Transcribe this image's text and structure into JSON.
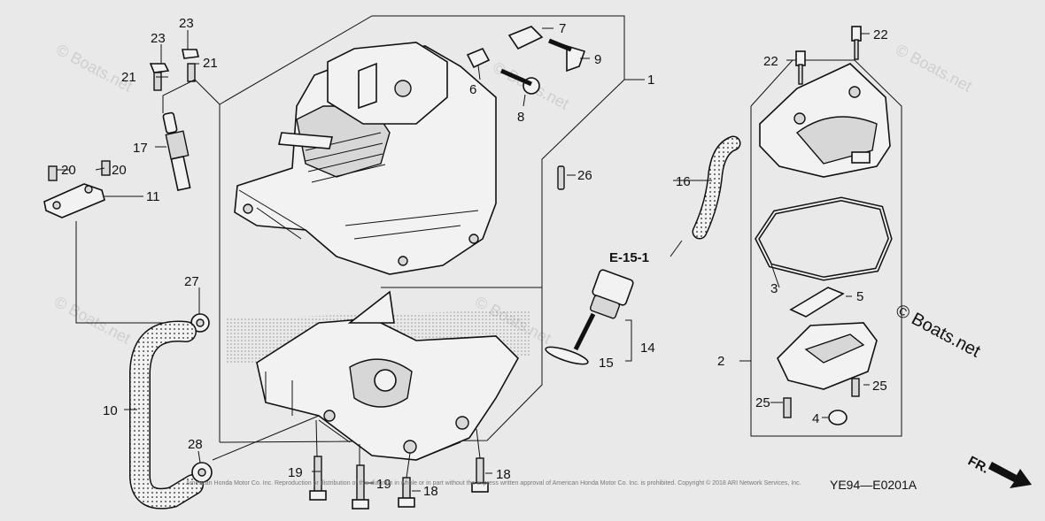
{
  "diagram": {
    "part_labels": {
      "p1": "1",
      "p2": "2",
      "p3": "3",
      "p4": "4",
      "p5": "5",
      "p6": "6",
      "p7": "7",
      "p8": "8",
      "p9": "9",
      "p10": "10",
      "p11": "11",
      "p14": "14",
      "p15": "15",
      "p16": "16",
      "p17": "17",
      "p18a": "18",
      "p18b": "18",
      "p19a": "19",
      "p19b": "19",
      "p20a": "20",
      "p20b": "20",
      "p21a": "21",
      "p21b": "21",
      "p22a": "22",
      "p22b": "22",
      "p23a": "23",
      "p23b": "23",
      "p25a": "25",
      "p25b": "25",
      "p26": "26",
      "p27": "27",
      "p28": "28"
    },
    "reference": "E-15-1",
    "diagram_code": "YE94—E0201A",
    "direction": "FR.",
    "watermark_main": "© Boats.net",
    "watermark_faint": "© Boats.net",
    "copyright": "American Honda Motor Co. Inc. Reproduction or distribution of this diagram in whole or in part without the express written approval of American Honda Motor Co. Inc. is prohibited. Copyright © 2018 ARI Network Services, Inc.",
    "colors": {
      "background": "#e9e9e9",
      "line": "#111111"
    }
  }
}
